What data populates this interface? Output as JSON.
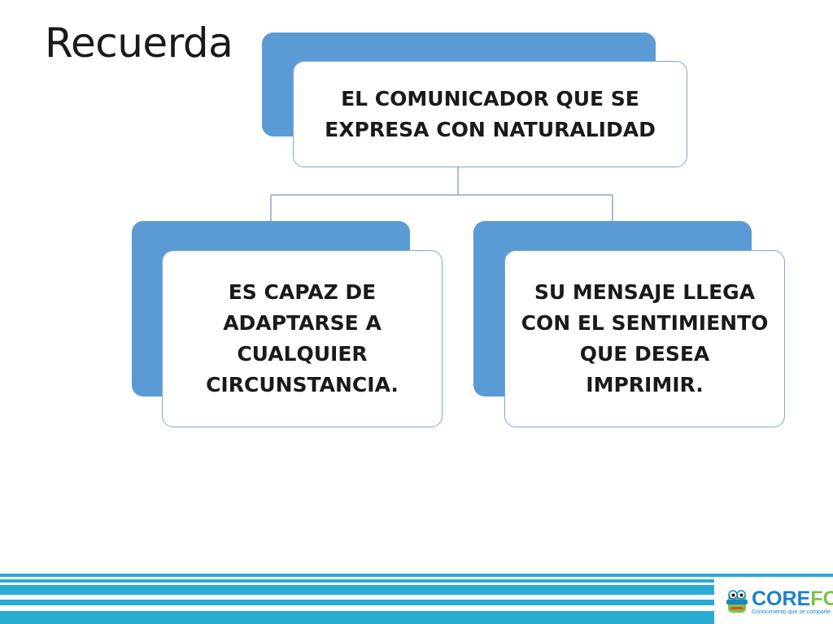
{
  "slide": {
    "title": "Recuerda"
  },
  "diagram": {
    "root": {
      "text": "EL COMUNICADOR QUE SE EXPRESA CON NATURALIDAD"
    },
    "children": [
      {
        "text": "ES CAPAZ DE ADAPTARSE A CUALQUIER CIRCUNSTANCIA."
      },
      {
        "text": "SU MENSAJE LLEGA CON EL SENTIMIENTO QUE DESEA IMPRIMIR."
      }
    ]
  },
  "footer": {
    "logo_word_core": "CORE",
    "logo_word_fo": "FO",
    "logo_tagline": "Conocimiento que se comparte"
  },
  "colors": {
    "box_fill": "#5b9bd5",
    "box_border": "#7fa7d6",
    "connector": "#8aa9cf",
    "band": "#29abd4",
    "logo_blue": "#1a84c7",
    "logo_green": "#7cc242"
  },
  "icons": {
    "logo": "corefo-mascot-icon"
  }
}
